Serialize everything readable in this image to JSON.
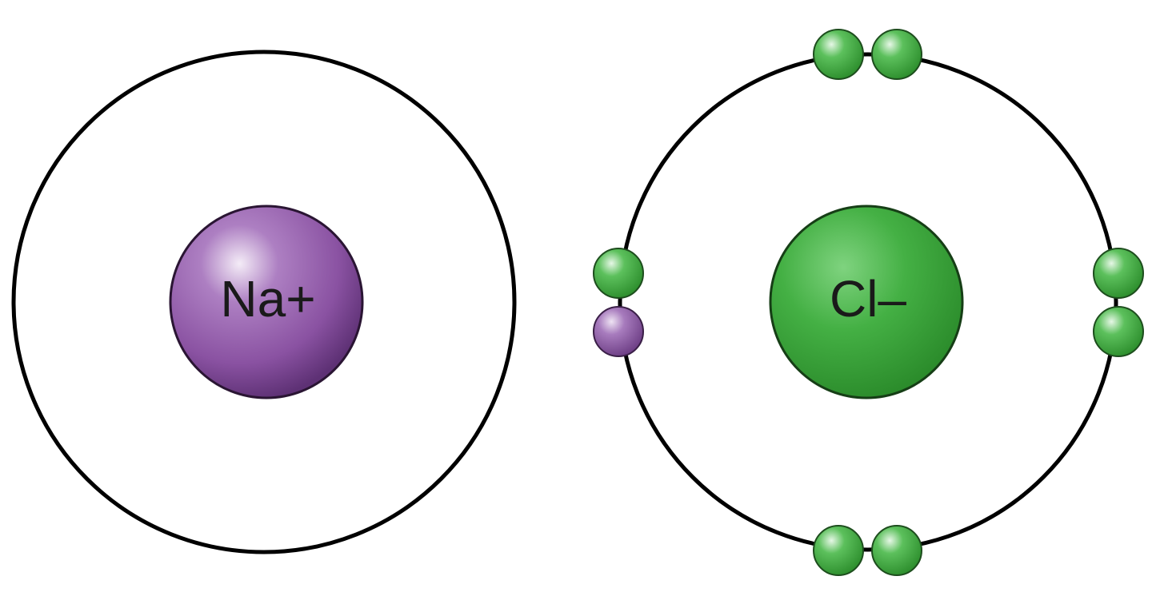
{
  "colors": {
    "background": "#ffffff",
    "shell": "#000000",
    "sodium": "#8e55a6",
    "chlorine": "#3cab3c"
  },
  "sodium_ion": {
    "label": "Na+",
    "shell_electron_count": 0
  },
  "chloride_ion": {
    "label": "Cl–",
    "shell_electron_count": 8,
    "transferred_electron_count": 1
  }
}
